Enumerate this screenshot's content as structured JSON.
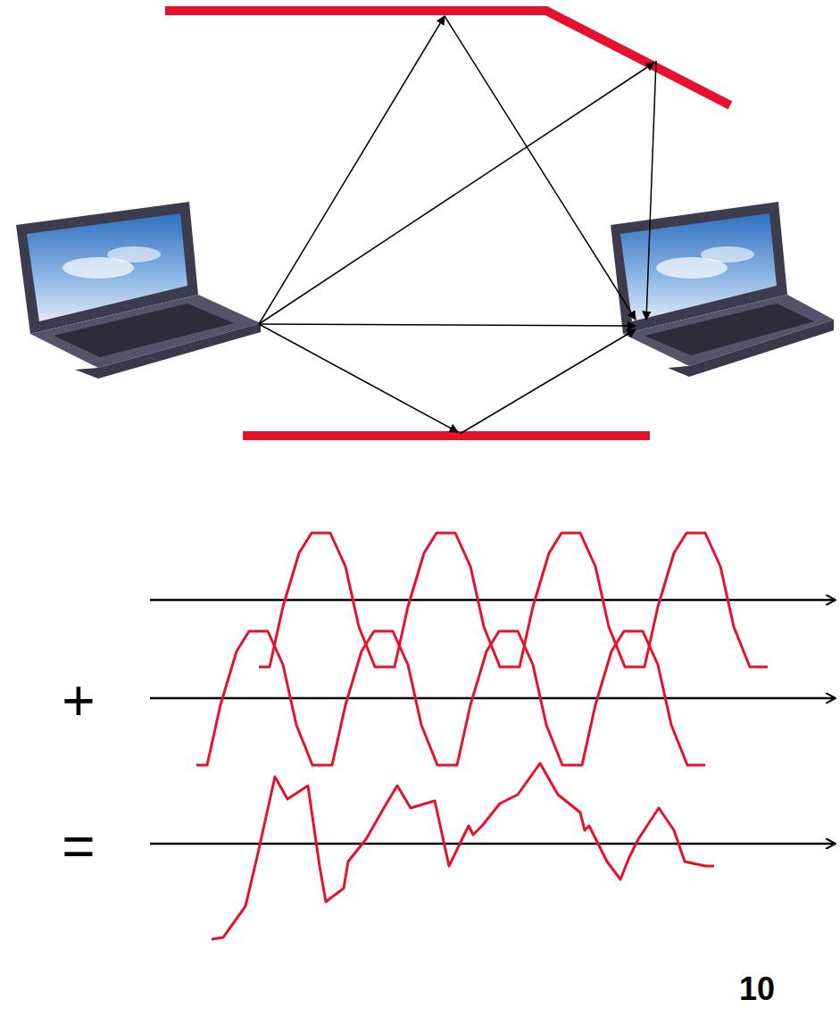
{
  "diagram": {
    "labels": [
      "+",
      "=",
      "10"
    ]
  }
}
